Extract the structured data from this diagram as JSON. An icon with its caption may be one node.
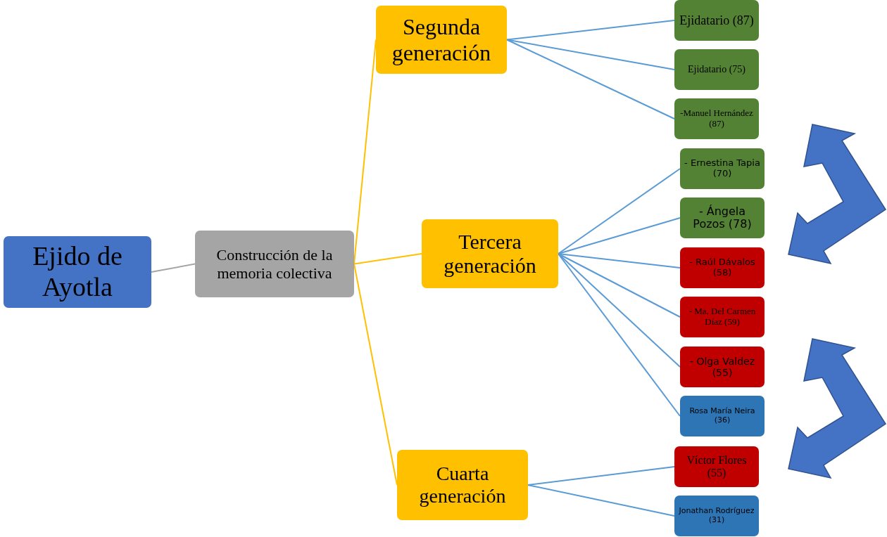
{
  "diagram": {
    "nodes": [
      {
        "text": [
          "Ejido de Ayotla"
        ]
      },
      {
        "text": [
          "Construcción de la memoria colectiva"
        ]
      },
      {
        "text": [
          "Segunda generación"
        ]
      },
      {
        "text": [
          "Tercera generación"
        ]
      },
      {
        "text": [
          "Cuarta generación"
        ]
      },
      {
        "text": [
          "Ejidatario (87)"
        ]
      },
      {
        "text": [
          "Ejidatario (75)"
        ]
      },
      {
        "text": [
          "-Manuel Hernández (87)"
        ]
      },
      {
        "text": [
          "- Ernestina Tapia (70)"
        ]
      },
      {
        "text": [
          "- Ángela Pozos (78)"
        ]
      },
      {
        "text": [
          "- Raúl Dávalos (58)"
        ]
      },
      {
        "text": [
          "- Ma. Del Carmen Díaz (59)"
        ]
      },
      {
        "text": [
          "- Olga Valdez (55)"
        ]
      },
      {
        "text": [
          "Rosa María Neira (36)"
        ]
      },
      {
        "text": [
          "Víctor Flores (55)"
        ]
      },
      {
        "text": [
          "Jonathan Rodríguez (31)"
        ]
      }
    ],
    "edges": [
      {
        "from": 0,
        "to": 1,
        "arrow": "none",
        "color": "#a5a5a5"
      },
      {
        "from": 1,
        "to": 2,
        "arrow": "none",
        "color": "#ffc000"
      },
      {
        "from": 1,
        "to": 3,
        "arrow": "none",
        "color": "#ffc000"
      },
      {
        "from": 1,
        "to": 4,
        "arrow": "none",
        "color": "#ffc000"
      },
      {
        "from": 2,
        "to": 5,
        "arrow": "none"
      },
      {
        "from": 2,
        "to": 6,
        "arrow": "none"
      },
      {
        "from": 2,
        "to": 7,
        "arrow": "none"
      },
      {
        "from": 3,
        "to": 8,
        "arrow": "none"
      },
      {
        "from": 3,
        "to": 9,
        "arrow": "none"
      },
      {
        "from": 3,
        "to": 10,
        "arrow": "none"
      },
      {
        "from": 3,
        "to": 11,
        "arrow": "none"
      },
      {
        "from": 3,
        "to": 12,
        "arrow": "none"
      },
      {
        "from": 3,
        "to": 13,
        "arrow": "none"
      },
      {
        "from": 4,
        "to": 14,
        "arrow": "none"
      },
      {
        "from": 4,
        "to": 15,
        "arrow": "none"
      }
    ]
  }
}
